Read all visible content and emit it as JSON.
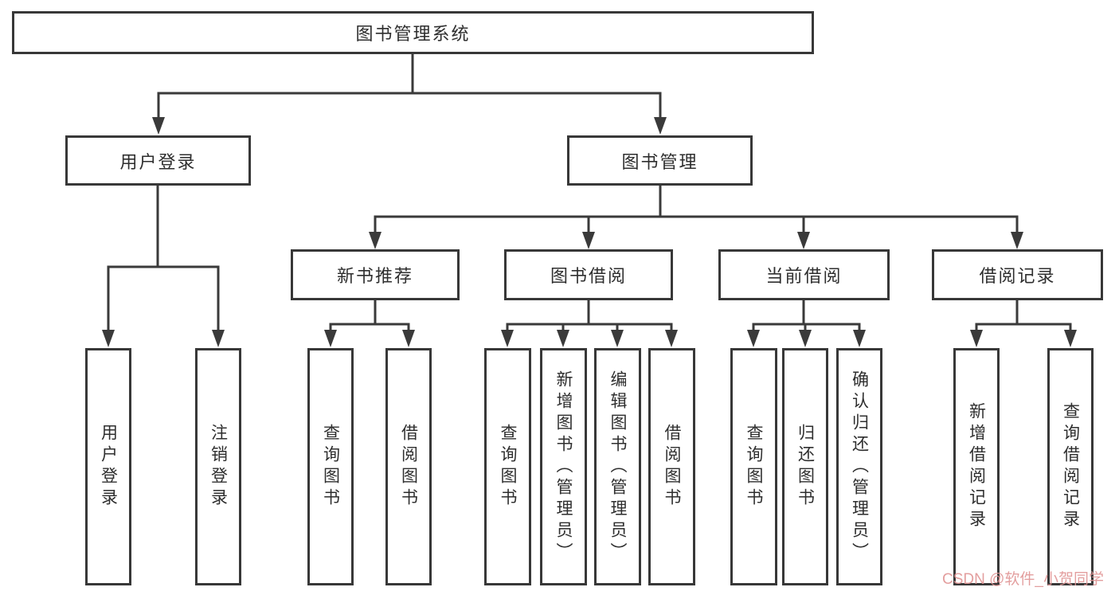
{
  "diagram": {
    "title": "图书管理系统",
    "root": "图书管理系统",
    "level1": [
      {
        "label": "用户登录"
      },
      {
        "label": "图书管理"
      }
    ],
    "level2": [
      {
        "label": "新书推荐"
      },
      {
        "label": "图书借阅"
      },
      {
        "label": "当前借阅"
      },
      {
        "label": "借阅记录"
      }
    ],
    "leaves": {
      "user_login": [
        "用户登录",
        "注销登录"
      ],
      "new_books": [
        "查询图书",
        "借阅图书"
      ],
      "book_borrow": [
        "查询图书",
        "新增图书（管理员）",
        "编辑图书（管理员）",
        "借阅图书"
      ],
      "current_borrow": [
        "查询图书",
        "归还图书",
        "确认归还（管理员）"
      ],
      "borrow_records": [
        "新增借阅记录",
        "查询借阅记录"
      ]
    }
  },
  "watermark": "CSDN @软件_小贺同学",
  "colors": {
    "line": "#3a3a3a",
    "box_border": "#383838",
    "text": "#2e2e2e",
    "watermark": "#e09494",
    "background": "#ffffff"
  }
}
